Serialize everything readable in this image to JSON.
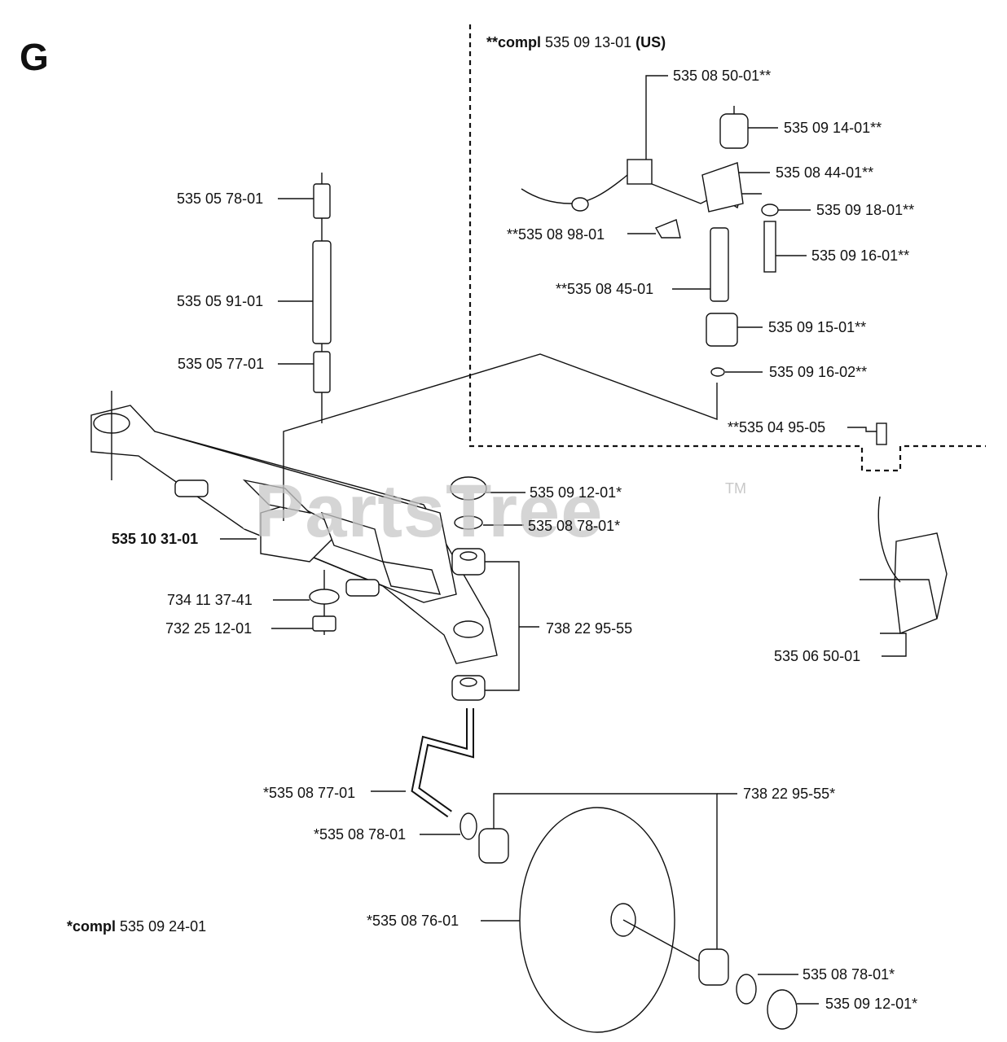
{
  "page_letter": "G",
  "watermark": {
    "text": "PartsTree",
    "tm": "TM"
  },
  "kit_us": {
    "prefix": "**compl",
    "number": "535 09 13-01",
    "suffix": "(US)"
  },
  "kit_wheel": {
    "prefix": "*compl",
    "number": "535 09 24-01"
  },
  "labels": {
    "p535050": "535 05 78-01",
    "p535059": "535 05 91-01",
    "p535057": "535 05 77-01",
    "p535103": "535 10 31-01",
    "p734113": "734 11 37-41",
    "p732251": "732 25 12-01",
    "p535091201": "535 09 12-01*",
    "p535087801a": "535 08 78-01*",
    "p738229555": "738 22 95-55",
    "p535087701": "*535 08 77-01",
    "p738229555s": "738 22 95-55*",
    "p535087801b": "*535 08 78-01",
    "p535087601": "*535 08 76-01",
    "p535087801c": "535 08 78-01*",
    "p535091201b": "535 09 12-01*",
    "p535085001": "535 08 50-01**",
    "p535091401": "535 09 14-01**",
    "p535084401": "535 08 44-01**",
    "p535091801": "535 09 18-01**",
    "p535089801": "**535 08 98-01",
    "p535091601": "535 09 16-01**",
    "p535084501": "**535 08 45-01",
    "p535091501": "535 09 15-01**",
    "p535091602": "535 09 16-02**",
    "p535049505": "**535 04 95-05",
    "p535065001": "535 06 50-01"
  }
}
